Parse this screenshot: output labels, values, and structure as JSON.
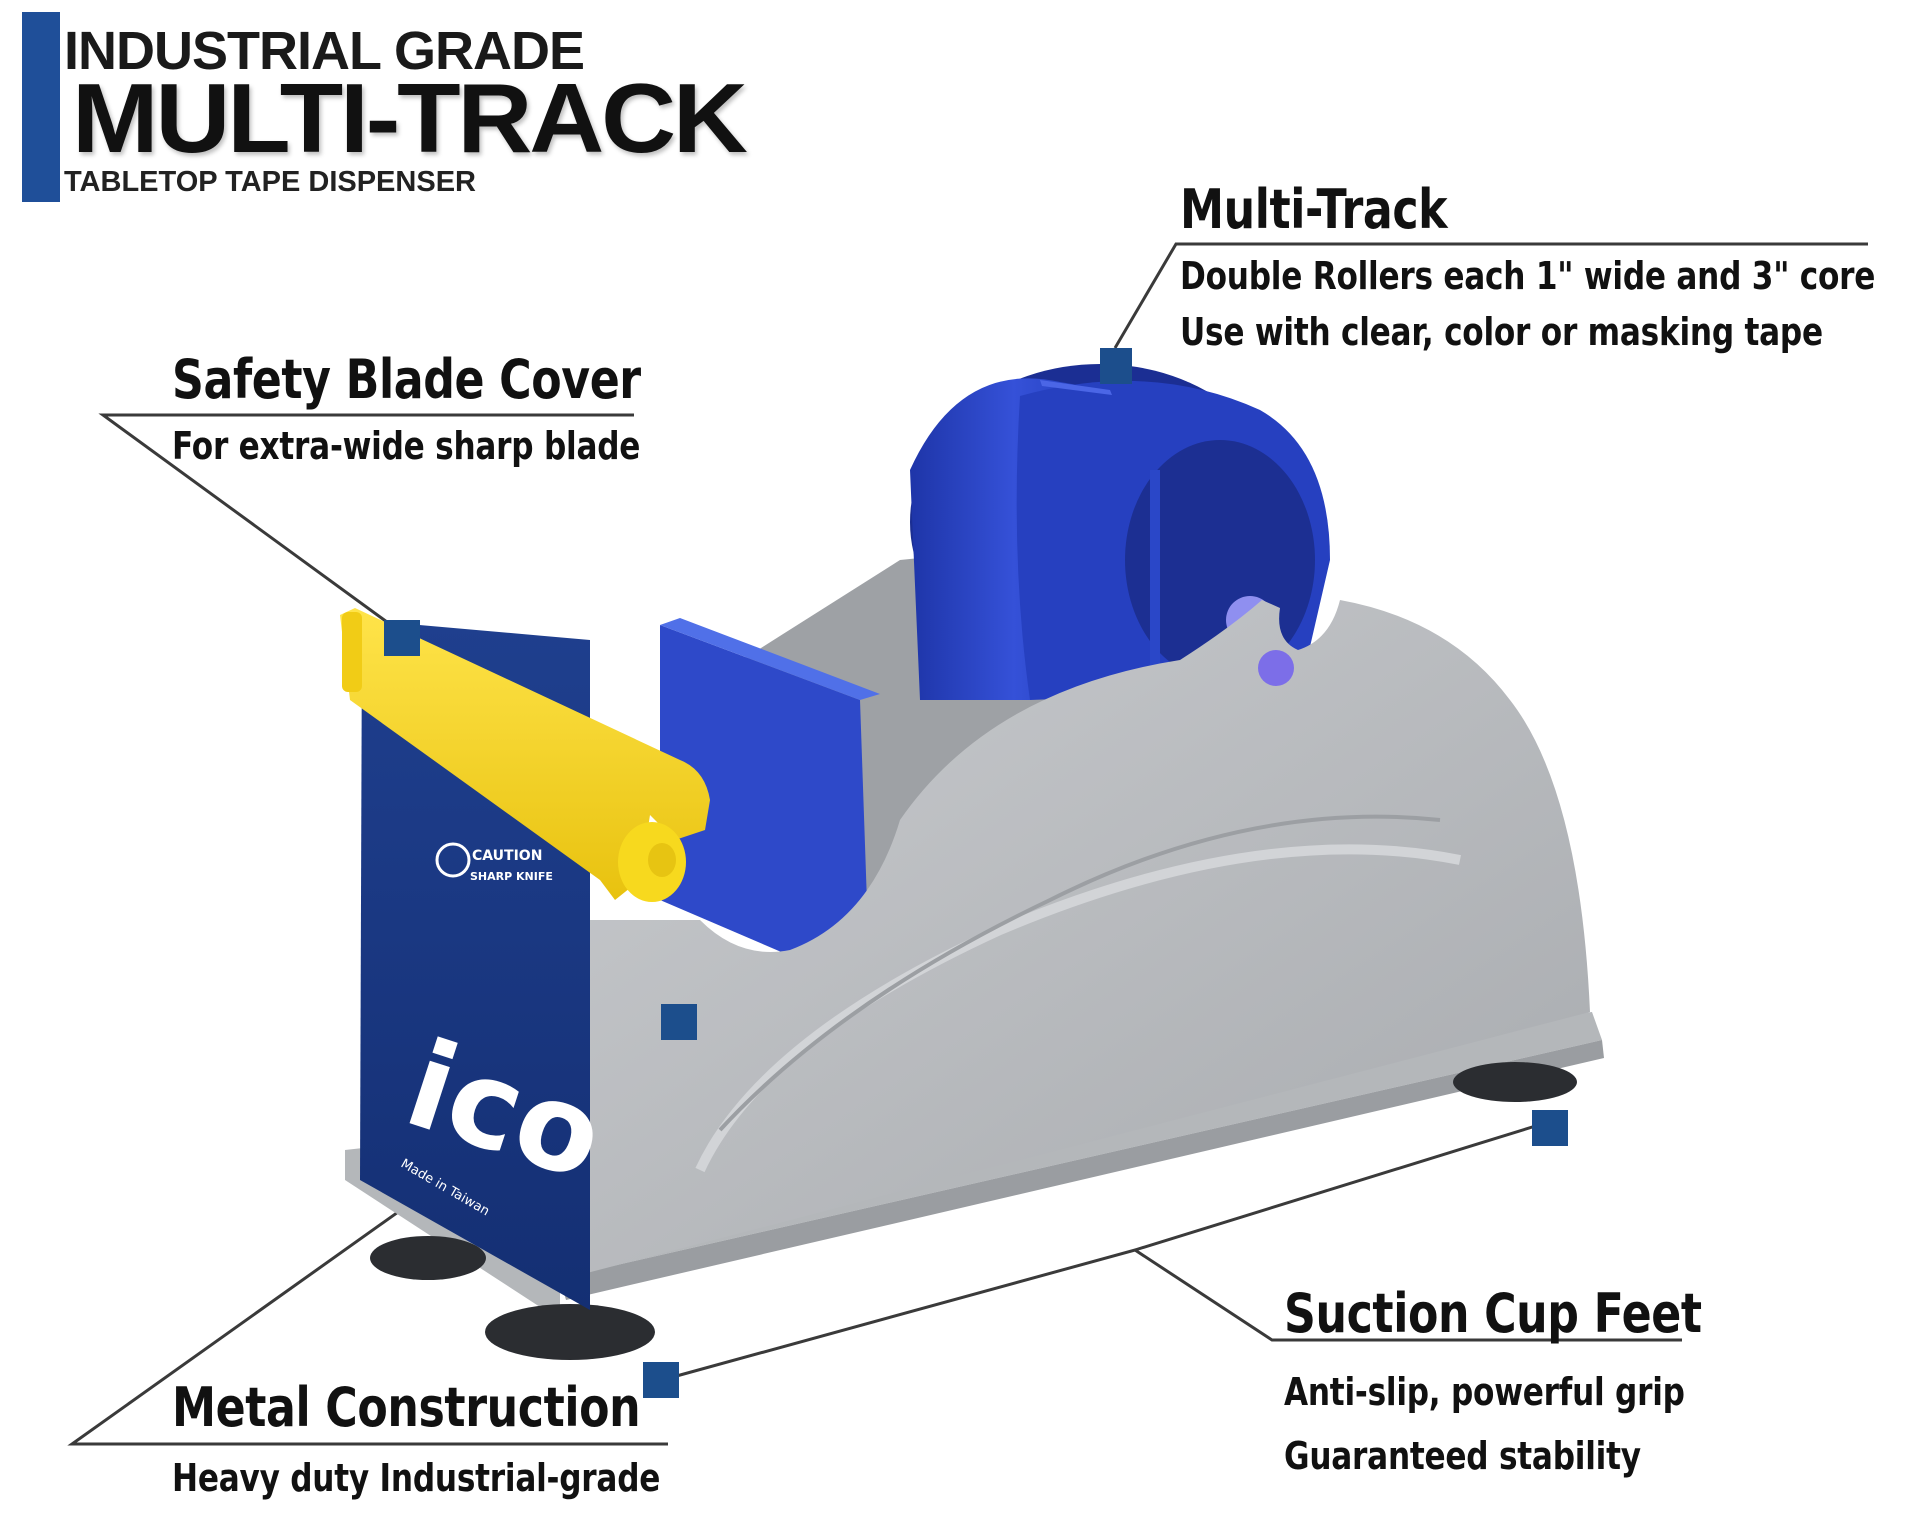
{
  "header": {
    "line1": "INDUSTRIAL GRADE",
    "line2": "MULTI-TRACK",
    "line3": "TABLETOP TAPE DISPENSER"
  },
  "features": {
    "multi_track": {
      "title": "Multi-Track",
      "line1": "Double Rollers each 1\" wide and 3\" core",
      "line2": "Use with clear, color or masking tape"
    },
    "safety_blade": {
      "title": "Safety Blade Cover",
      "line1": "For extra-wide sharp blade"
    },
    "metal": {
      "title": "Metal Construction",
      "line1": "Heavy duty Industrial-grade"
    },
    "suction": {
      "title": "Suction Cup Feet",
      "line1": "Anti-slip, powerful grip",
      "line2": "Guaranteed stability"
    }
  },
  "product": {
    "brand": "ico",
    "caution_line1": "CAUTION",
    "caution_line2": "SHARP KNIFE",
    "origin": "Made in Taiwan"
  },
  "colors": {
    "accent": "#1f4f99",
    "marker": "#1c4e8c",
    "body_gray": "#b9bcc0",
    "roller_blue": "#2b46c9",
    "blade_yellow": "#f3d21c"
  }
}
